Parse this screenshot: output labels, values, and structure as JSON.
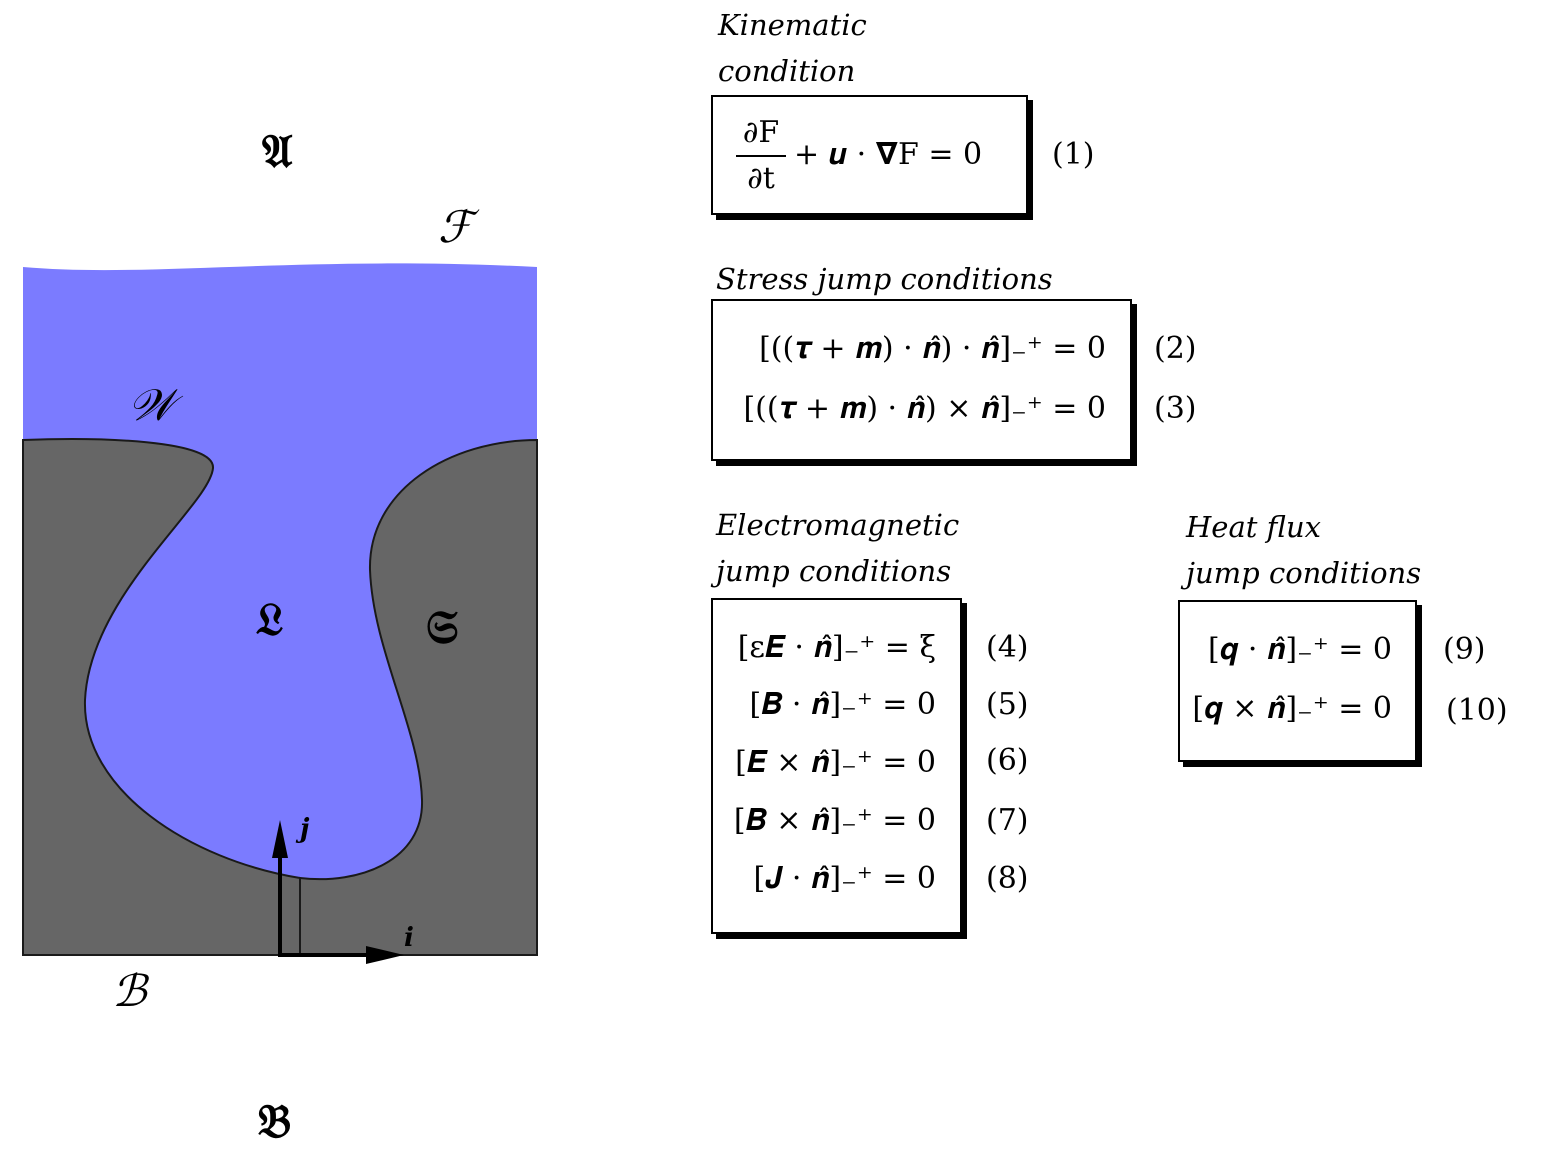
{
  "regions": {
    "air": "𝔄",
    "liquid": "𝔏",
    "solid": "𝔖",
    "base": "𝔅"
  },
  "boundaries": {
    "free_surface": "ℱ",
    "wall": "𝒲",
    "bottom": "ℬ"
  },
  "axes": {
    "i": "i",
    "j": "j"
  },
  "colors": {
    "liquid": "#7b7bff",
    "solid": "#666666",
    "outline": "#1a1a1a"
  },
  "kinematic": {
    "heading": [
      "Kinematic",
      "condition"
    ],
    "frac_num": "∂F",
    "frac_den": "∂t",
    "rest": "+ 𝒖 · 𝛁F = 0",
    "num": "(1)"
  },
  "stress": {
    "heading": "Stress jump conditions",
    "equations": [
      {
        "text": "[((𝝉 + 𝒎) · 𝒏̂) · 𝒏̂]₋⁺ = 0",
        "num": "(2)"
      },
      {
        "text": "[((𝝉 + 𝒎) · 𝒏̂) × 𝒏̂]₋⁺ = 0",
        "num": "(3)"
      }
    ]
  },
  "electromagnetic": {
    "heading": [
      "Electromagnetic",
      "jump conditions"
    ],
    "equations": [
      {
        "text": "[ε𝑬 · 𝒏̂]₋⁺ = ξ",
        "num": "(4)"
      },
      {
        "text": "[𝑩 · 𝒏̂]₋⁺ = 0",
        "num": "(5)"
      },
      {
        "text": "[𝑬 × 𝒏̂]₋⁺ = 0",
        "num": "(6)"
      },
      {
        "text": "[𝑩 × 𝒏̂]₋⁺ = 0",
        "num": "(7)"
      },
      {
        "text": "[𝑱 · 𝒏̂]₋⁺ = 0",
        "num": "(8)"
      }
    ]
  },
  "heat": {
    "heading": [
      "Heat flux",
      "jump conditions"
    ],
    "equations": [
      {
        "text": "[𝒒 · 𝒏̂]₋⁺ = 0",
        "num": "(9)"
      },
      {
        "text": "[𝒒 × 𝒏̂]₋⁺ = 0",
        "num": "(10)"
      }
    ]
  }
}
